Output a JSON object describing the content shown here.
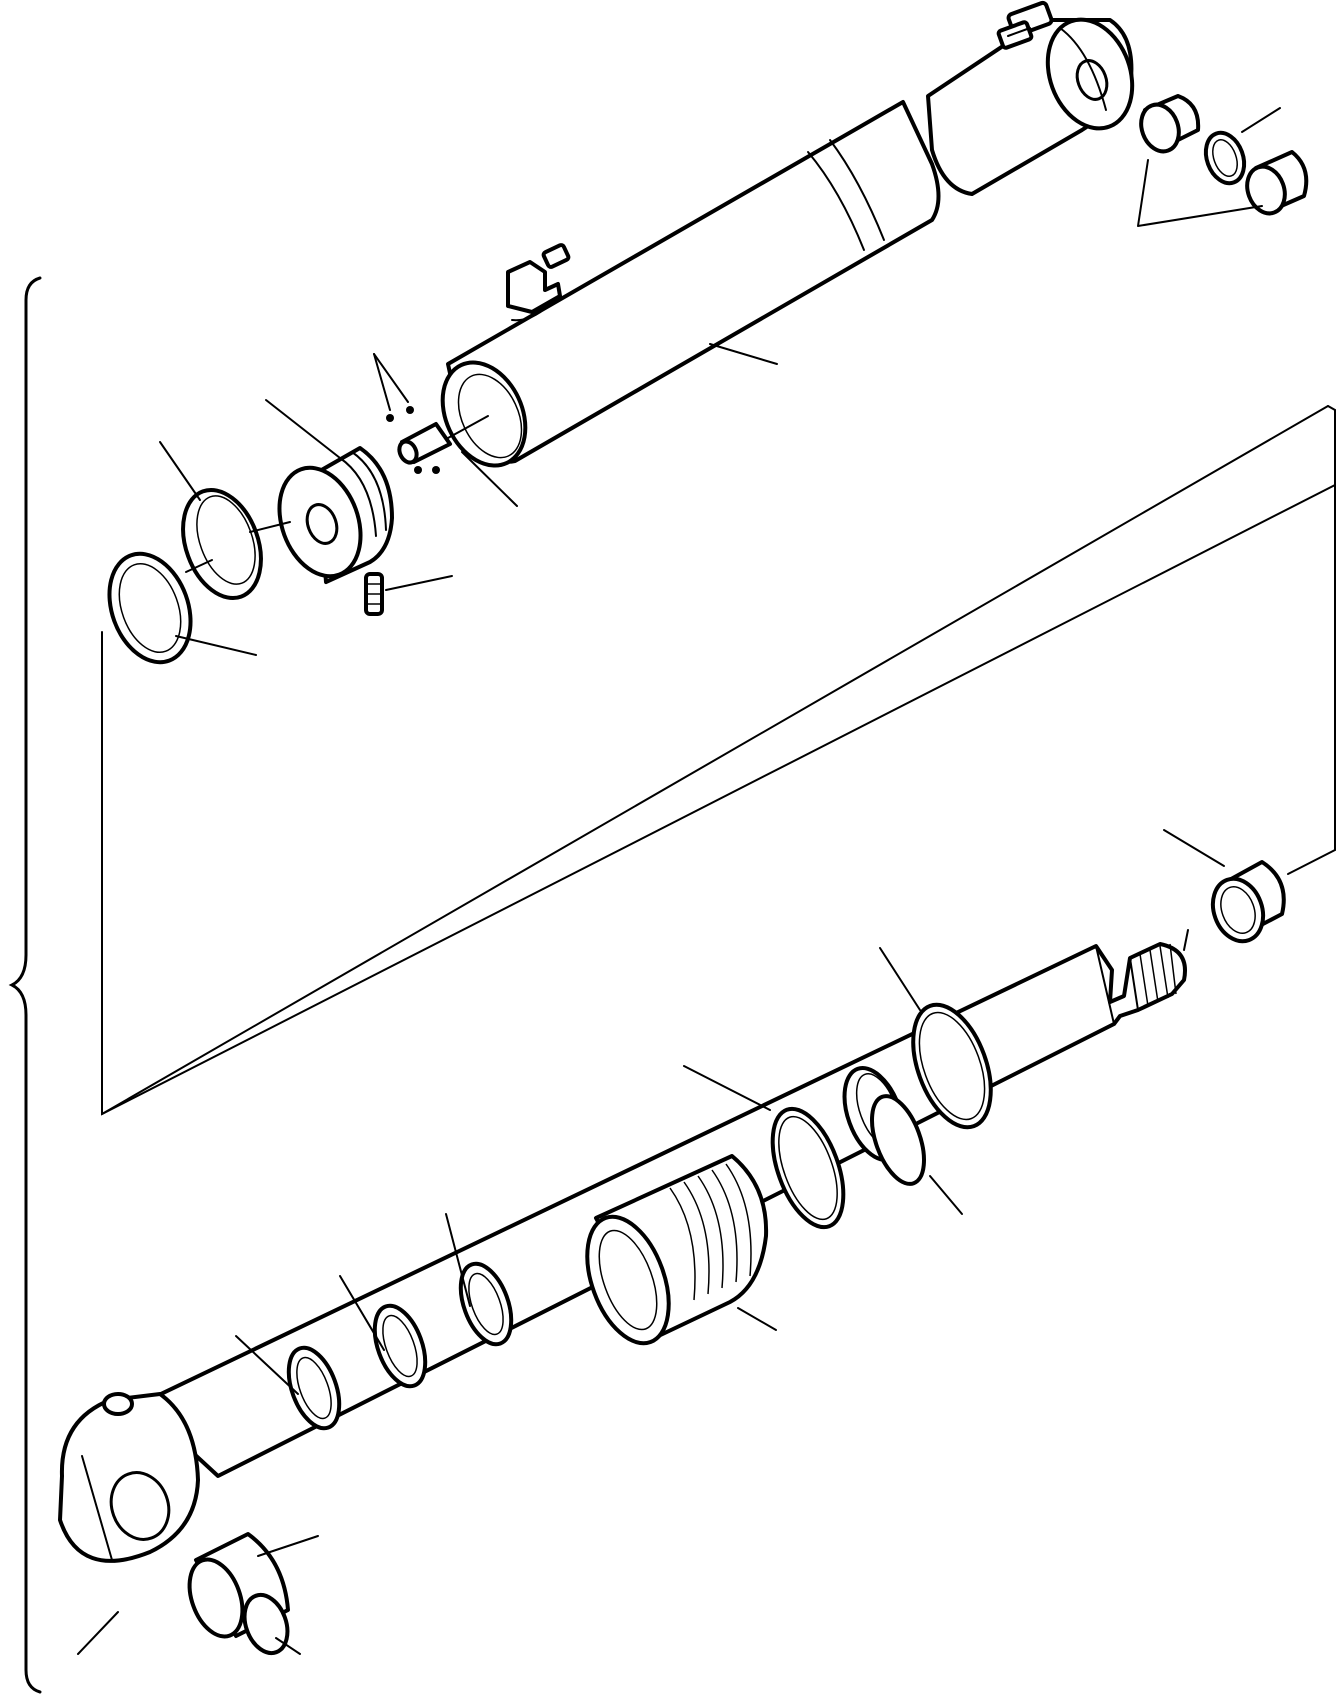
{
  "diagram": {
    "kind": "exploded-parts-view",
    "ink_color": "#000000",
    "background_color": "#ffffff",
    "parts": [
      {
        "name": "cylinder-tube"
      },
      {
        "name": "rod-eye-bushing"
      },
      {
        "name": "rod-eye-snap-ring"
      },
      {
        "name": "piston-nut"
      },
      {
        "name": "piston-lock-balls"
      },
      {
        "name": "piston"
      },
      {
        "name": "piston-ring"
      },
      {
        "name": "wear-ring"
      },
      {
        "name": "set-screw"
      },
      {
        "name": "piston-rod"
      },
      {
        "name": "rod-head"
      },
      {
        "name": "rod-head-o-ring"
      },
      {
        "name": "rod-head-backup-ring"
      },
      {
        "name": "rod-head-snap-ring"
      },
      {
        "name": "dust-seal"
      },
      {
        "name": "rod-packing"
      },
      {
        "name": "buffer-ring"
      },
      {
        "name": "rod-end-bushing"
      },
      {
        "name": "rod-end-eye"
      },
      {
        "name": "cushion-collar"
      }
    ]
  }
}
